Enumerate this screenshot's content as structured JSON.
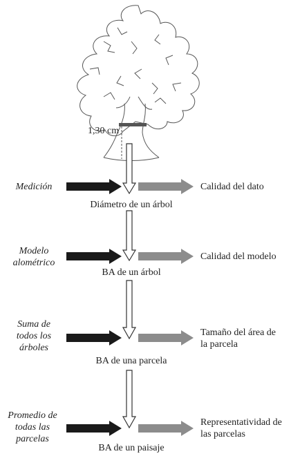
{
  "measurement_height_label": "1,30 cm",
  "steps": [
    {
      "left_label": [
        "Medición"
      ],
      "result_label": "Diámetro de un árbol",
      "right_label": [
        "Calidad del dato"
      ]
    },
    {
      "left_label": [
        "Modelo",
        "alométrico"
      ],
      "result_label": "BA de un árbol",
      "right_label": [
        "Calidad del modelo"
      ]
    },
    {
      "left_label": [
        "Suma de",
        "todos los",
        "árboles"
      ],
      "result_label": "BA de una parcela",
      "right_label": [
        "Tamaño del área de",
        "la parcela"
      ]
    },
    {
      "left_label": [
        "Promedio de",
        "todas las",
        "parcelas"
      ],
      "result_label": "BA de un paisaje",
      "right_label": [
        "Representatividad de",
        "las parcelas"
      ]
    }
  ],
  "colors": {
    "input_arrow": "#1a1a1a",
    "quality_arrow": "#8c8c8c",
    "flow_arrow_outline": "#333333",
    "tree_outline": "#555555",
    "caliper": "#555555"
  }
}
